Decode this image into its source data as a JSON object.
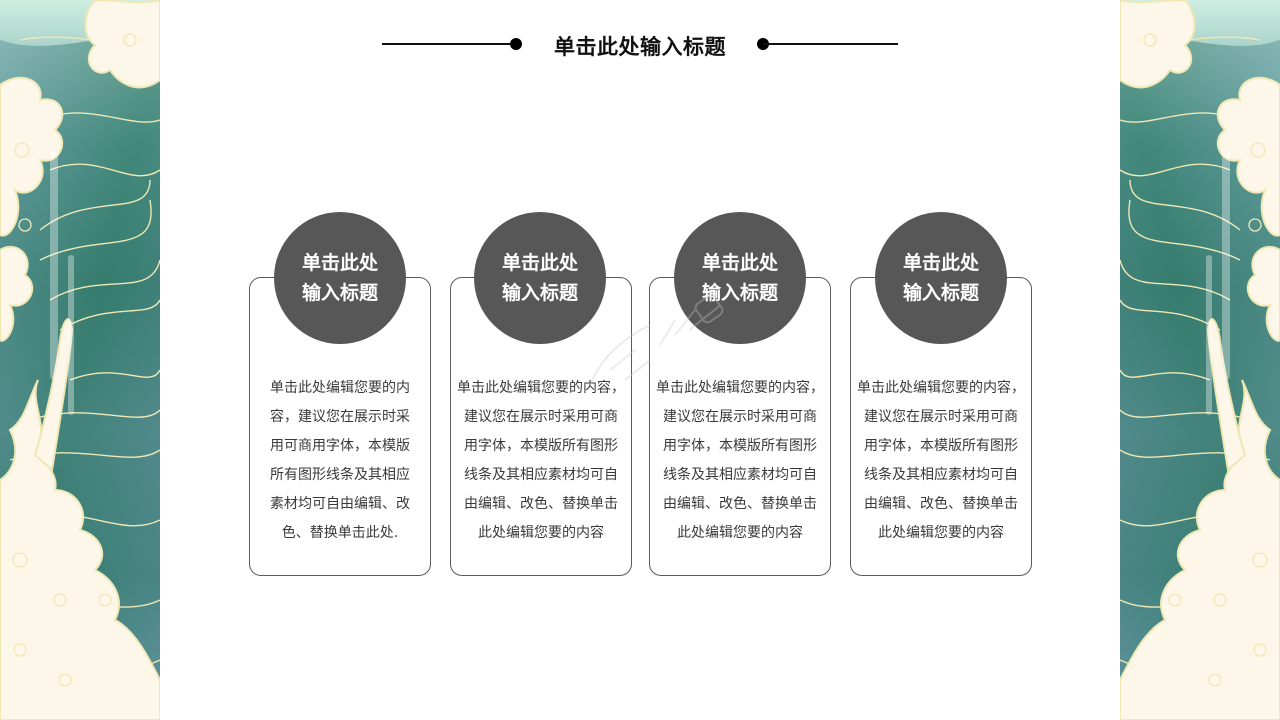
{
  "slide": {
    "title": "单击此处输入标题",
    "colors": {
      "circle": "#575757",
      "card_border": "#5a5a5a",
      "body_text": "#3a3a3a",
      "title_text": "#111111",
      "panel_teal": "#3f7f78",
      "panel_cloud": "#fdf7ea",
      "panel_cloud_line": "#efe8b5"
    }
  },
  "cards": [
    {
      "heading": [
        "单击此处",
        "输入标题"
      ],
      "body": [
        "单击此处编辑您要的内",
        "容，建议您在展示时采",
        "用可商用字体，本模版",
        "所有图形线条及其相应",
        "素材均可自由编辑、改",
        "色、替换单击此处."
      ]
    },
    {
      "heading": [
        "单击此处",
        "输入标题"
      ],
      "body": [
        "单击此处编辑您要的内容，",
        "建议您在展示时采用可商",
        "用字体，本模版所有图形",
        "线条及其相应素材均可自",
        "由编辑、改色、替换单击",
        "此处编辑您要的内容"
      ]
    },
    {
      "heading": [
        "单击此处",
        "输入标题"
      ],
      "body": [
        "单击此处编辑您要的内容，",
        "建议您在展示时采用可商",
        "用字体，本模版所有图形",
        "线条及其相应素材均可自",
        "由编辑、改色、替换单击",
        "此处编辑您要的内容"
      ]
    },
    {
      "heading": [
        "单击此处",
        "输入标题"
      ],
      "body": [
        "单击此处编辑您要的内容，",
        "建议您在展示时采用可商",
        "用字体，本模版所有图形",
        "线条及其相应素材均可自",
        "由编辑、改色、替换单击",
        "此处编辑您要的内容"
      ]
    }
  ]
}
